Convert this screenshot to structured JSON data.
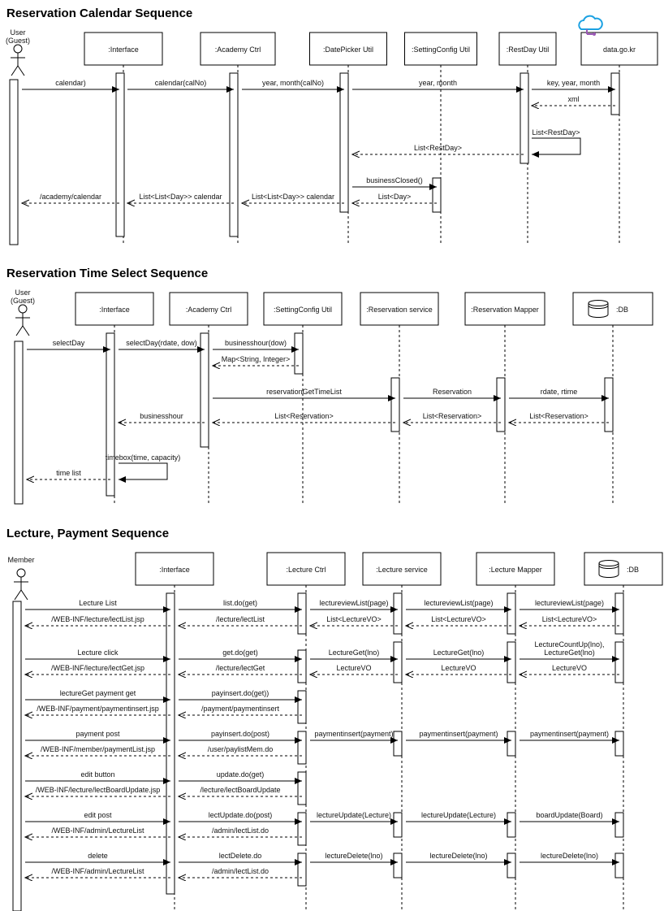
{
  "sections": [
    {
      "title": "Reservation Calendar Sequence",
      "participants": [
        {
          "kind": "actor",
          "label": "User\n(Guest)"
        },
        {
          "kind": "box",
          "label": ":Interface"
        },
        {
          "kind": "box",
          "label": ":Academy Ctrl"
        },
        {
          "kind": "box",
          "label": ":DatePicker Util"
        },
        {
          "kind": "box",
          "label": ":SettingConfig Util"
        },
        {
          "kind": "box",
          "label": ":RestDay Util"
        },
        {
          "kind": "box",
          "label": "data.go.kr",
          "icon": "cloud-icon"
        }
      ],
      "messages": [
        {
          "from": 0,
          "to": 1,
          "label": "calendar)",
          "type": "sync"
        },
        {
          "from": 1,
          "to": 2,
          "label": "calendar(calNo)",
          "type": "sync"
        },
        {
          "from": 2,
          "to": 3,
          "label": "year, month(calNo)",
          "type": "sync"
        },
        {
          "from": 3,
          "to": 5,
          "label": "year, month",
          "type": "sync"
        },
        {
          "from": 5,
          "to": 6,
          "label": "key, year, month",
          "type": "sync"
        },
        {
          "from": 6,
          "to": 5,
          "label": "xml",
          "type": "reply"
        },
        {
          "from": 5,
          "to": 5,
          "label": "List<RestDay>",
          "type": "self"
        },
        {
          "from": 5,
          "to": 3,
          "label": "List<RestDay>",
          "type": "reply"
        },
        {
          "from": 3,
          "to": 4,
          "label": "businessClosed()",
          "type": "sync"
        },
        {
          "from": 4,
          "to": 3,
          "label": "List<Day>",
          "type": "reply"
        },
        {
          "from": 3,
          "to": 2,
          "label": "List<List<Day>> calendar",
          "type": "reply"
        },
        {
          "from": 2,
          "to": 1,
          "label": "List<List<Day>> calendar",
          "type": "reply"
        },
        {
          "from": 1,
          "to": 0,
          "label": "/academy/calendar",
          "type": "reply"
        }
      ]
    },
    {
      "title": "Reservation Time Select Sequence",
      "participants": [
        {
          "kind": "actor",
          "label": "User\n(Guest)"
        },
        {
          "kind": "box",
          "label": ":Interface"
        },
        {
          "kind": "box",
          "label": ":Academy Ctrl"
        },
        {
          "kind": "box",
          "label": ":SettingConfig Util"
        },
        {
          "kind": "box",
          "label": ":Reservation service"
        },
        {
          "kind": "box",
          "label": ":Reservation Mapper"
        },
        {
          "kind": "box",
          "label": ":DB",
          "icon": "database-icon"
        }
      ],
      "messages": [
        {
          "from": 0,
          "to": 1,
          "label": "selectDay",
          "type": "sync"
        },
        {
          "from": 1,
          "to": 2,
          "label": "selectDay(rdate, dow)",
          "type": "sync"
        },
        {
          "from": 2,
          "to": 3,
          "label": "businesshour(dow)",
          "type": "sync"
        },
        {
          "from": 3,
          "to": 2,
          "label": "Map<String, Integer>",
          "type": "reply"
        },
        {
          "from": 2,
          "to": 4,
          "label": "reservationGetTimeList",
          "type": "sync"
        },
        {
          "from": 4,
          "to": 5,
          "label": "Reservation",
          "type": "sync"
        },
        {
          "from": 5,
          "to": 6,
          "label": "rdate, rtime",
          "type": "sync"
        },
        {
          "from": 6,
          "to": 5,
          "label": "List<Reservation>",
          "type": "reply"
        },
        {
          "from": 5,
          "to": 4,
          "label": "List<Reservation>",
          "type": "reply"
        },
        {
          "from": 4,
          "to": 2,
          "label": "List<Reservation>",
          "type": "reply"
        },
        {
          "from": 2,
          "to": 1,
          "label": "businesshour",
          "type": "reply"
        },
        {
          "from": 1,
          "to": 1,
          "label": "timebox(time, capacity)",
          "type": "self"
        },
        {
          "from": 1,
          "to": 0,
          "label": "time list",
          "type": "reply"
        }
      ]
    },
    {
      "title": "Lecture, Payment Sequence",
      "participants": [
        {
          "kind": "actor",
          "label": "Member"
        },
        {
          "kind": "box",
          "label": ":Interface"
        },
        {
          "kind": "box",
          "label": ":Lecture Ctrl"
        },
        {
          "kind": "box",
          "label": ":Lecture service"
        },
        {
          "kind": "box",
          "label": ":Lecture Mapper"
        },
        {
          "kind": "box",
          "label": ":DB",
          "icon": "database-icon"
        }
      ],
      "messages": [
        {
          "from": 0,
          "to": 1,
          "label": "Lecture List",
          "type": "sync"
        },
        {
          "from": 1,
          "to": 2,
          "label": "list.do(get)",
          "type": "sync"
        },
        {
          "from": 2,
          "to": 3,
          "label": "lectureviewList(page)",
          "type": "sync"
        },
        {
          "from": 3,
          "to": 4,
          "label": "lectureviewList(page)",
          "type": "sync"
        },
        {
          "from": 4,
          "to": 5,
          "label": "lectureviewList(page)",
          "type": "sync"
        },
        {
          "from": 5,
          "to": 4,
          "label": "List<LectureVO>",
          "type": "reply"
        },
        {
          "from": 4,
          "to": 3,
          "label": "List<LectureVO>",
          "type": "reply"
        },
        {
          "from": 3,
          "to": 2,
          "label": "List<LectureVO>",
          "type": "reply"
        },
        {
          "from": 2,
          "to": 1,
          "label": "/lecture/lectList",
          "type": "reply"
        },
        {
          "from": 1,
          "to": 0,
          "label": "/WEB-INF/lecture/lectList.jsp",
          "type": "reply"
        },
        {
          "from": 0,
          "to": 1,
          "label": "Lecture click",
          "type": "sync"
        },
        {
          "from": 1,
          "to": 2,
          "label": "get.do(get)",
          "type": "sync"
        },
        {
          "from": 2,
          "to": 3,
          "label": "LectureGet(lno)",
          "type": "sync"
        },
        {
          "from": 3,
          "to": 4,
          "label": "LectureGet(lno)",
          "type": "sync"
        },
        {
          "from": 4,
          "to": 5,
          "label": "LectureCountUp(lno),\nLectureGet(lno)",
          "type": "sync"
        },
        {
          "from": 5,
          "to": 4,
          "label": "LectureVO",
          "type": "reply"
        },
        {
          "from": 4,
          "to": 3,
          "label": "LectureVO",
          "type": "reply"
        },
        {
          "from": 3,
          "to": 2,
          "label": "LectureVO",
          "type": "reply"
        },
        {
          "from": 2,
          "to": 1,
          "label": "/lecture/lectGet",
          "type": "reply"
        },
        {
          "from": 1,
          "to": 0,
          "label": "/WEB-INF/lecture/lectGet.jsp",
          "type": "reply"
        },
        {
          "from": 0,
          "to": 1,
          "label": "lectureGet payment get",
          "type": "sync"
        },
        {
          "from": 1,
          "to": 2,
          "label": "payinsert.do(get))",
          "type": "sync"
        },
        {
          "from": 2,
          "to": 1,
          "label": "/payment/paymentinsert",
          "type": "reply"
        },
        {
          "from": 1,
          "to": 0,
          "label": "/WEB-INF/payment/paymentinsert.jsp",
          "type": "reply"
        },
        {
          "from": 0,
          "to": 1,
          "label": "payment post",
          "type": "sync"
        },
        {
          "from": 1,
          "to": 2,
          "label": "payinsert.do(post)",
          "type": "sync"
        },
        {
          "from": 2,
          "to": 3,
          "label": "paymentinsert(payment)",
          "type": "sync"
        },
        {
          "from": 3,
          "to": 4,
          "label": "paymentinsert(payment)",
          "type": "sync"
        },
        {
          "from": 4,
          "to": 5,
          "label": "paymentinsert(payment)",
          "type": "sync"
        },
        {
          "from": 2,
          "to": 1,
          "label": "/user/paylistMem.do",
          "type": "reply"
        },
        {
          "from": 1,
          "to": 0,
          "label": "/WEB-INF/member/paymentList.jsp",
          "type": "reply"
        },
        {
          "from": 0,
          "to": 1,
          "label": "edit button",
          "type": "sync"
        },
        {
          "from": 1,
          "to": 2,
          "label": "update.do(get)",
          "type": "sync"
        },
        {
          "from": 2,
          "to": 1,
          "label": "/lecture/lectBoardUpdate",
          "type": "reply"
        },
        {
          "from": 1,
          "to": 0,
          "label": "/WEB-INF/lecture/lectBoardUpdate.jsp",
          "type": "reply"
        },
        {
          "from": 0,
          "to": 1,
          "label": "edit post",
          "type": "sync"
        },
        {
          "from": 1,
          "to": 2,
          "label": "lectUpdate.do(post)",
          "type": "sync"
        },
        {
          "from": 2,
          "to": 3,
          "label": "lectureUpdate(Lecture)",
          "type": "sync"
        },
        {
          "from": 3,
          "to": 4,
          "label": "lectureUpdate(Lecture)",
          "type": "sync"
        },
        {
          "from": 4,
          "to": 5,
          "label": "boardUpdate(Board)",
          "type": "sync"
        },
        {
          "from": 2,
          "to": 1,
          "label": "/admin/lectList.do",
          "type": "reply"
        },
        {
          "from": 1,
          "to": 0,
          "label": "/WEB-INF/admin/LectureList",
          "type": "reply"
        },
        {
          "from": 0,
          "to": 1,
          "label": "delete",
          "type": "sync"
        },
        {
          "from": 1,
          "to": 2,
          "label": "lectDelete.do",
          "type": "sync"
        },
        {
          "from": 2,
          "to": 3,
          "label": "lectureDelete(lno)",
          "type": "sync"
        },
        {
          "from": 3,
          "to": 4,
          "label": "lectureDelete(lno)",
          "type": "sync"
        },
        {
          "from": 4,
          "to": 5,
          "label": "lectureDelete(lno)",
          "type": "sync"
        },
        {
          "from": 2,
          "to": 1,
          "label": "/admin/lectList.do",
          "type": "reply"
        },
        {
          "from": 1,
          "to": 0,
          "label": "/WEB-INF/admin/LectureList",
          "type": "reply"
        }
      ]
    }
  ],
  "colors": {
    "line": "#000000",
    "cloud": "#1ba1e2",
    "cloud_accent": "#9b59b6"
  }
}
